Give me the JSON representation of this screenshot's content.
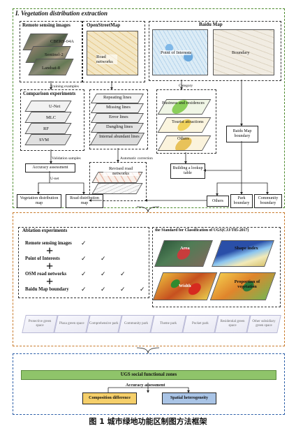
{
  "section1": {
    "title": "I. Vegetation distribution extraction",
    "remote": {
      "heading": "Remote sensing images",
      "sat1": "CBERS-04A",
      "sat2": "Sentinel-2",
      "sat3": "Landsat-8"
    },
    "osm": {
      "heading": "OpenStreetMap",
      "road": "Road networks"
    },
    "baidu": {
      "heading": "Baidu Map",
      "poi": "Point of Interests",
      "boundary": "Boundary"
    },
    "training": "Training examples",
    "category": "Category",
    "comparison": {
      "heading": "Comparison experiments",
      "m1": "U-Net",
      "m2": "MLC",
      "m3": "RF",
      "m4": "SVM"
    },
    "errors": [
      "Repeating lines",
      "Missing lines",
      "Error lines",
      "Dangling lines",
      "Internal abundant lines"
    ],
    "poi_layers": [
      "Business and residences",
      "Tourist attractions",
      "Others"
    ],
    "validation": "Validation samples",
    "accuracy": "Accuracy assessment",
    "unet": "U-net",
    "auto_correction": "Automatic correction",
    "revised": "Revised road networks",
    "lookup": "Building a lookup table",
    "baidu_boundary": "Baidu Map boundary",
    "veg_map": "Vegetation distribution map",
    "road_map": "Road distribution map",
    "others": "Others",
    "park_boundary": "Park boundary",
    "community_boundary": "Community boundary"
  },
  "section2": {
    "ablation": "Ablation experiments",
    "rows": [
      "Remote sensing images",
      "Point of Interests",
      "OSM road networks",
      "Baidu Map boundary"
    ],
    "checks": [
      1,
      2,
      3,
      4
    ],
    "standard": "the Standard for Classification of UGS(CJJ/T85-2017)",
    "layers": [
      "Area",
      "Shape index",
      "Width",
      "Proportion of vegetation"
    ],
    "categories": [
      "Protective green space",
      "Plaza green space",
      "Comprehensive park",
      "Community park",
      "Theme park",
      "Pocket park",
      "Residential green space",
      "Other subsidiary green space"
    ]
  },
  "section3": {
    "zones": "UGS social functional zones",
    "accuracy": "Accuracy assessment",
    "composition": "Composition difference",
    "spatial": "Spatial heterogeneity"
  },
  "caption": "图 1  城市绿地功能区制图方法框架",
  "colors": {
    "green_border": "#4c8a2c",
    "orange_border": "#c87a2a",
    "blue_border": "#2d5fa8",
    "zones_fill": "#8fc46a",
    "composition_fill": "#f5cf6a",
    "spatial_fill": "#a9c4e6"
  }
}
